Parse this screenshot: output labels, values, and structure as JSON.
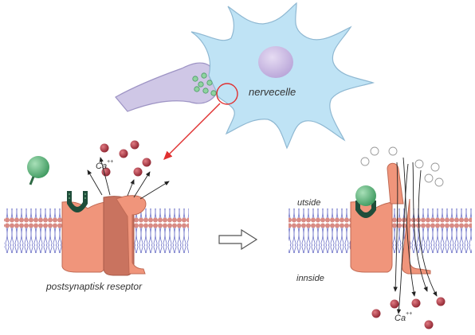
{
  "labels": {
    "neuron": "nervecelle",
    "receptor": "postsynaptisk reseptor",
    "outside": "utside",
    "inside": "innside",
    "calcium_left": "Ca",
    "calcium_left_charge": "++",
    "calcium_right": "Ca",
    "calcium_right_charge": "++"
  },
  "colors": {
    "neuron_body": "#bfe3f5",
    "neuron_outline": "#8fb8d2",
    "nucleus": "#c9b8e2",
    "axon_terminal": "#cfc7e6",
    "membrane_head": "#d98b84",
    "membrane_tail": "#6f74c8",
    "receptor": "#f0957b",
    "receptor_dark": "#b6614d",
    "ligand": "#6fc08a",
    "binding_site": "#1f4d3a",
    "calcium_ion": "#b33a45",
    "arrow_red": "#e03030"
  },
  "icons": {
    "zoom_marker": "red-circle",
    "process_arrow": "hollow-right-arrow"
  }
}
